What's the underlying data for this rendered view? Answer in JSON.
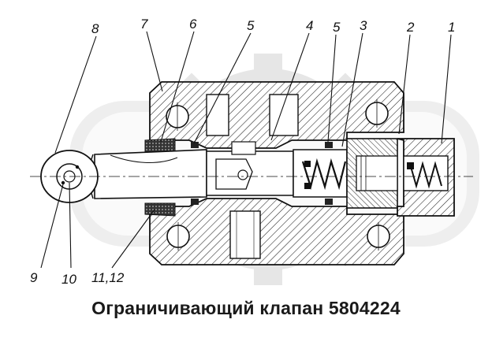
{
  "callouts": {
    "c1": "1",
    "c2": "2",
    "c3": "3",
    "c4": "4",
    "c5a": "5",
    "c5b": "5",
    "c6": "6",
    "c7": "7",
    "c8": "8",
    "c9": "9",
    "c10": "10",
    "c11_12": "11,12"
  },
  "caption": "Ограничивающий клапан 5804224",
  "watermark": "logo"
}
